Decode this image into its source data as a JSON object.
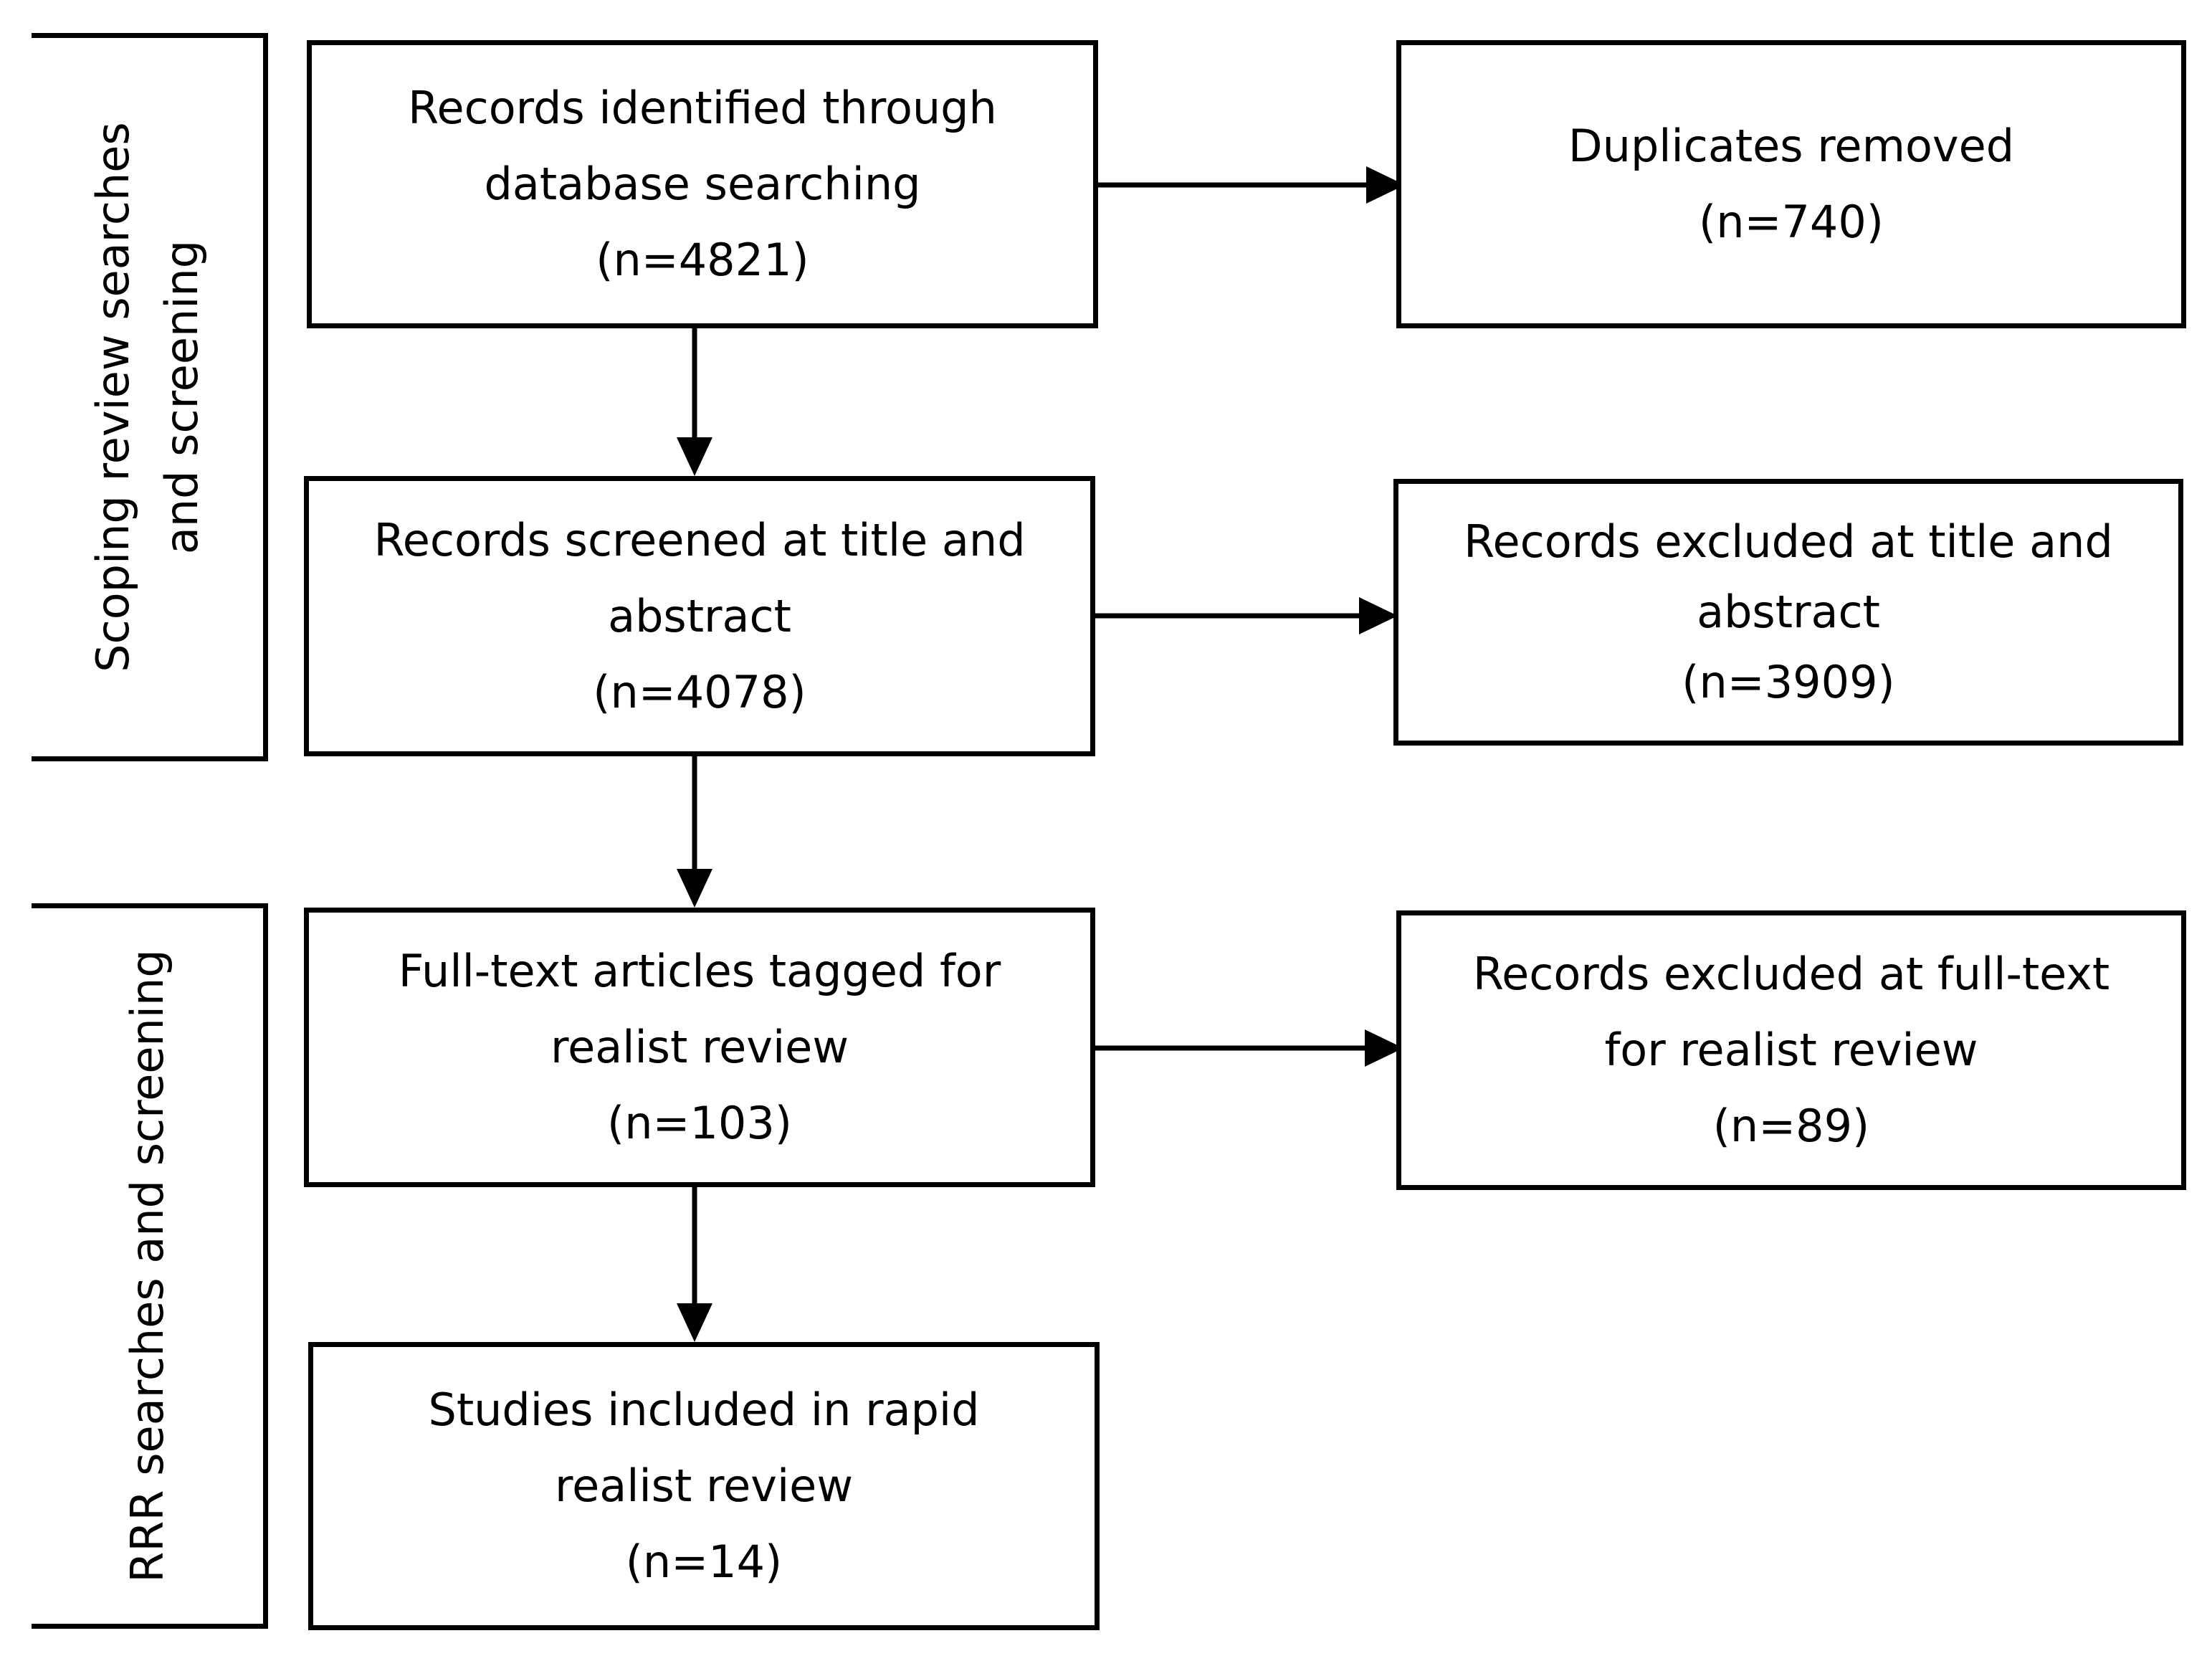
{
  "side_labels": {
    "scoping": [
      "Scoping review searches",
      "and screening"
    ],
    "rrr": [
      "RRR searches and screening"
    ]
  },
  "boxes": {
    "identified": [
      "Records identified through",
      "database searching",
      "(n=4821)"
    ],
    "duplicates": [
      "Duplicates removed",
      "(n=740)"
    ],
    "screened": [
      "Records screened at title and",
      "abstract",
      "(n=4078)"
    ],
    "excluded_title": [
      "Records excluded at title and",
      "abstract",
      "(n=3909)"
    ],
    "fulltext": [
      "Full-text articles tagged for",
      "realist review",
      "(n=103)"
    ],
    "excluded_fulltext": [
      "Records excluded at full-text",
      "for realist review",
      "(n=89)"
    ],
    "included": [
      "Studies included in rapid",
      "realist review",
      "(n=14)"
    ]
  }
}
